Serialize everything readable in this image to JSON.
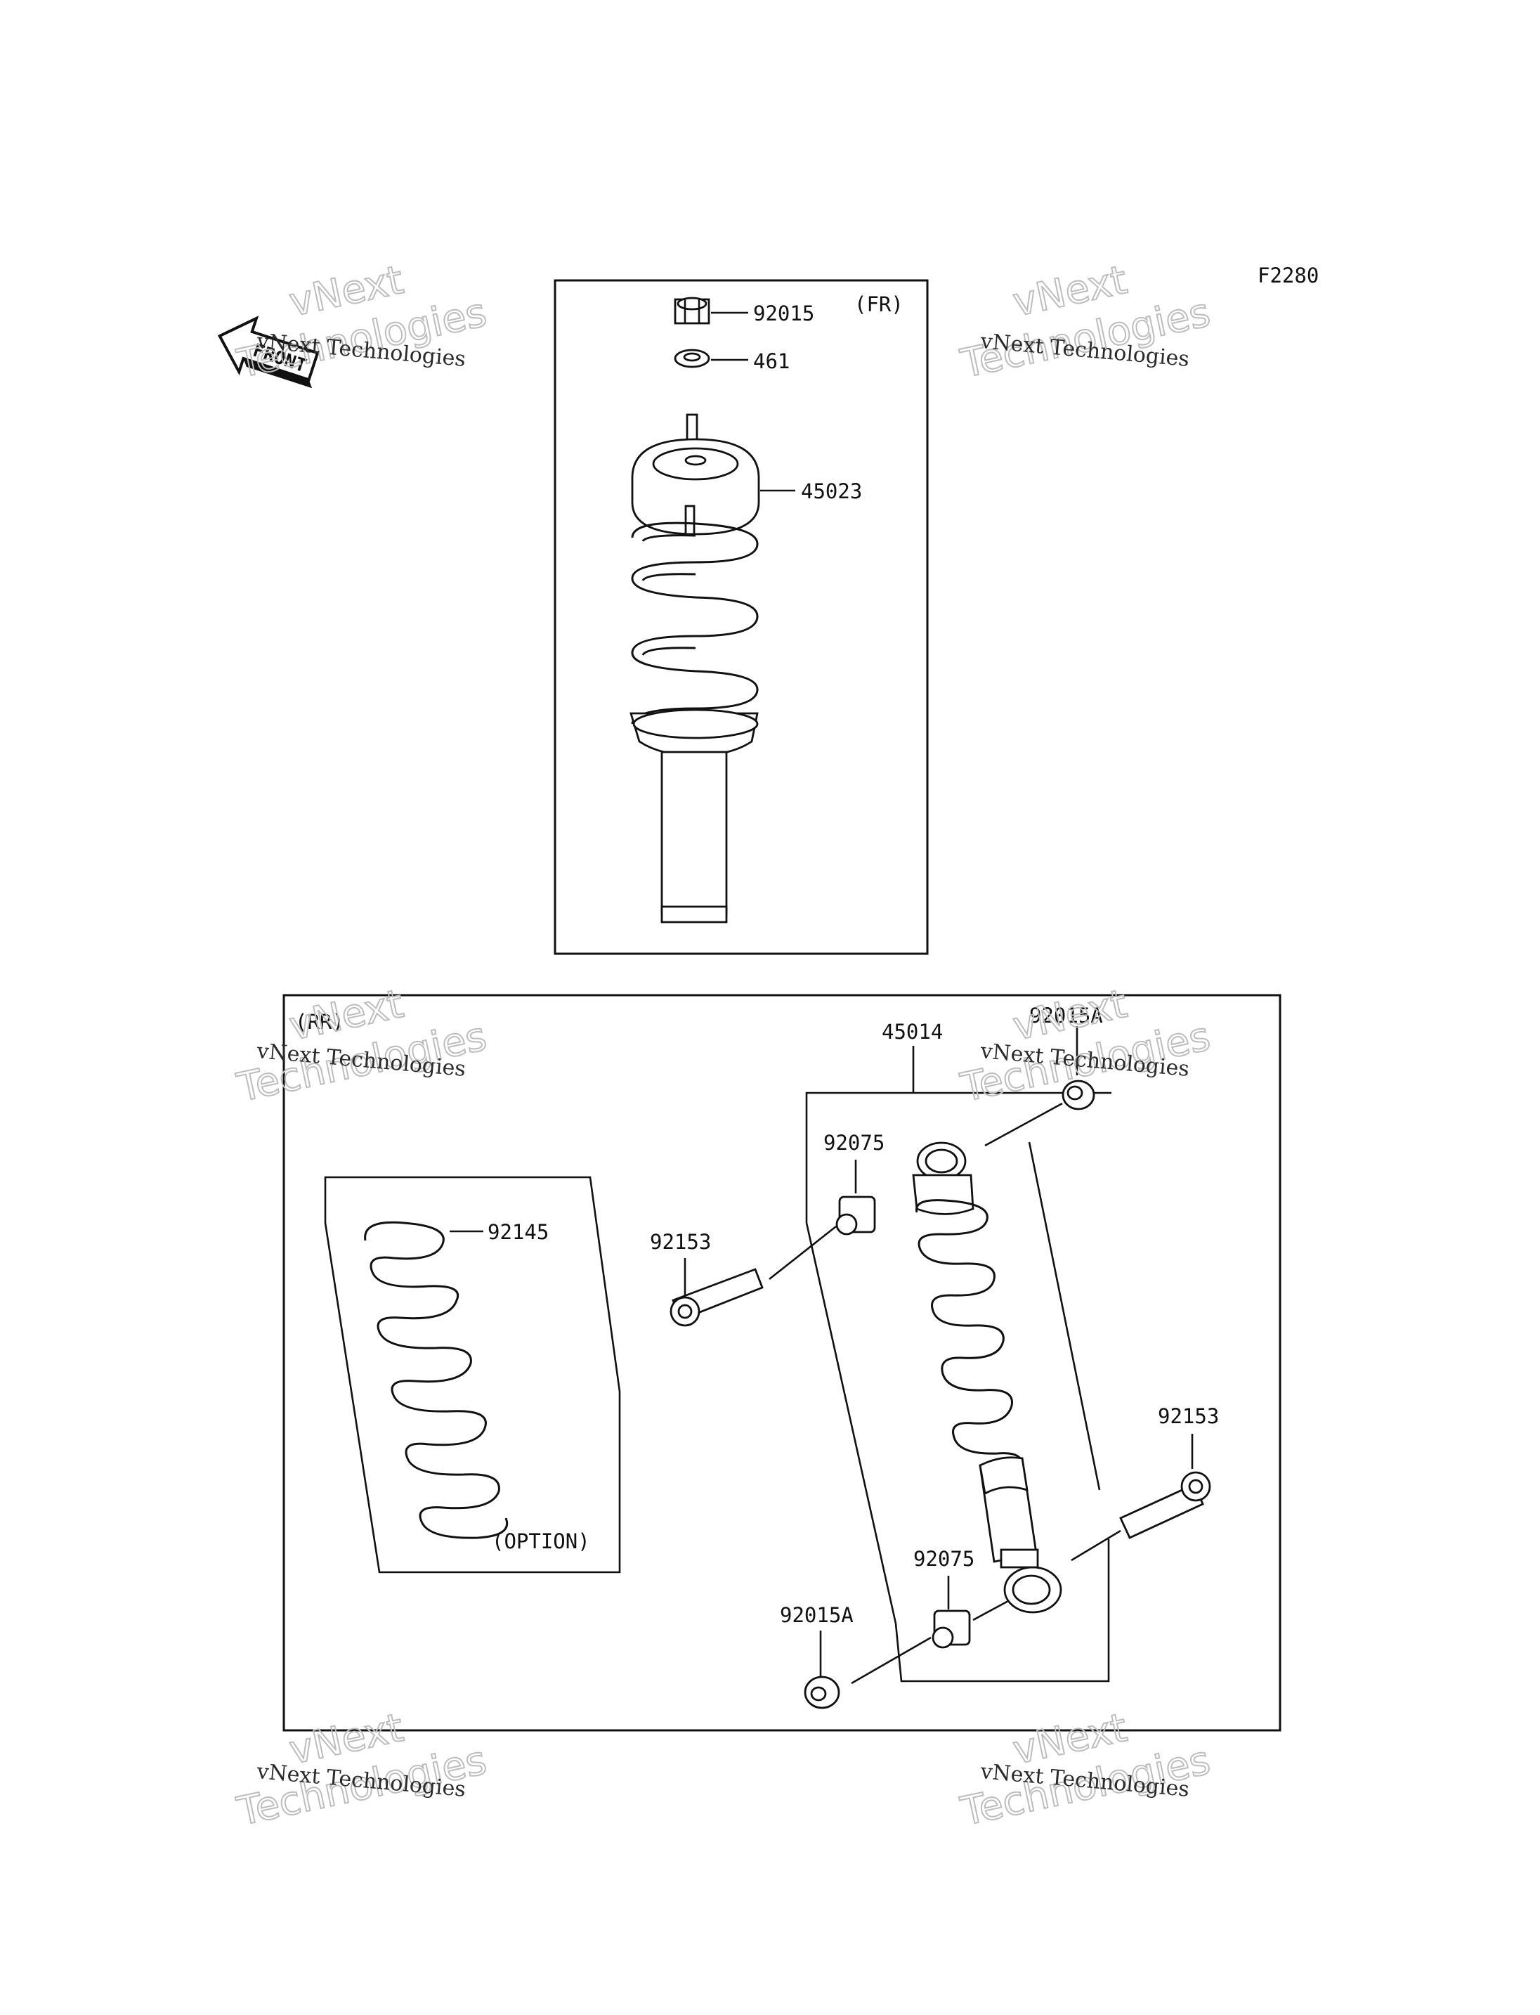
{
  "figure_id": "F2280",
  "front_label": "FRONT",
  "front_section": {
    "tag": "(FR)",
    "parts": {
      "nut": "92015",
      "washer": "461",
      "shock_absorber": "45023"
    }
  },
  "rear_section": {
    "tag": "(RR)",
    "option_box": {
      "spring": "92145",
      "note": "(OPTION)"
    },
    "parts": {
      "shock_absorber": "45014",
      "nut_top": "92015A",
      "bushing_top": "92075",
      "bolt_left": "92153",
      "bolt_right": "92153",
      "bushing_bottom": "92075",
      "nut_bottom": "92015A"
    }
  },
  "watermark": {
    "line1": "vNext Technologies",
    "line2": "vNext",
    "line3": "Technologies"
  }
}
